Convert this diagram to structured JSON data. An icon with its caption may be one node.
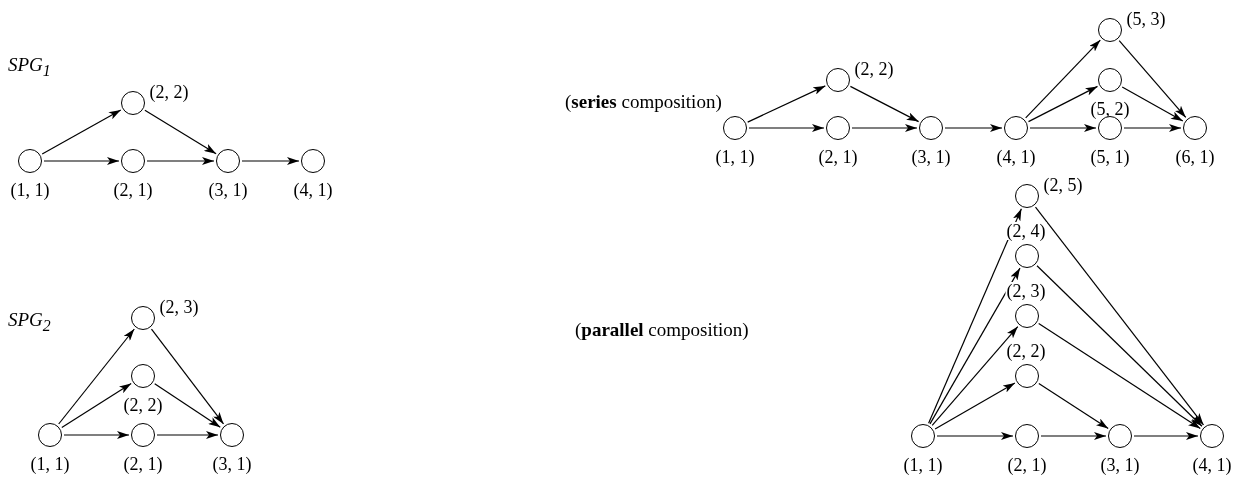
{
  "diagram": {
    "nodes": [
      {
        "text": [],
        "shape": "circle",
        "beside": [
          "(1, 1)"
        ]
      },
      {
        "text": [],
        "shape": "circle",
        "beside": [
          "(2, 2)"
        ]
      },
      {
        "text": [],
        "shape": "circle",
        "beside": [
          "(2, 1)"
        ]
      },
      {
        "text": [],
        "shape": "circle",
        "beside": [
          "(3, 1)"
        ]
      },
      {
        "text": [],
        "shape": "circle",
        "beside": [
          "(4, 1)"
        ]
      },
      {
        "text": [],
        "shape": "circle",
        "beside": [
          "(2, 3)"
        ]
      },
      {
        "text": [],
        "shape": "circle",
        "beside": [
          "(2, 2)"
        ]
      },
      {
        "text": [],
        "shape": "circle",
        "beside": [
          "(1, 1)"
        ]
      },
      {
        "text": [],
        "shape": "circle",
        "beside": [
          "(2, 1)"
        ]
      },
      {
        "text": [],
        "shape": "circle",
        "beside": [
          "(3, 1)"
        ]
      },
      {
        "text": [],
        "shape": "circle",
        "beside": [
          "(5, 3)"
        ]
      },
      {
        "text": [],
        "shape": "circle",
        "beside": [
          "(2, 2)"
        ]
      },
      {
        "text": [],
        "shape": "circle",
        "beside": [
          "(5, 2)"
        ]
      },
      {
        "text": [],
        "shape": "circle",
        "beside": [
          "(1, 1)"
        ]
      },
      {
        "text": [],
        "shape": "circle",
        "beside": [
          "(2, 1)"
        ]
      },
      {
        "text": [],
        "shape": "circle",
        "beside": [
          "(3, 1)"
        ]
      },
      {
        "text": [],
        "shape": "circle",
        "beside": [
          "(4, 1)"
        ]
      },
      {
        "text": [],
        "shape": "circle",
        "beside": [
          "(5, 1)"
        ]
      },
      {
        "text": [],
        "shape": "circle",
        "beside": [
          "(6, 1)"
        ]
      },
      {
        "text": [],
        "shape": "circle",
        "beside": [
          "(2, 5)"
        ]
      },
      {
        "text": [],
        "shape": "circle",
        "beside": [
          "(2, 4)"
        ]
      },
      {
        "text": [],
        "shape": "circle",
        "beside": [
          "(2, 3)"
        ]
      },
      {
        "text": [],
        "shape": "circle",
        "beside": [
          "(2, 2)"
        ]
      },
      {
        "text": [],
        "shape": "circle",
        "beside": [
          "(1, 1)"
        ]
      },
      {
        "text": [],
        "shape": "circle",
        "beside": [
          "(2, 1)"
        ]
      },
      {
        "text": [],
        "shape": "circle",
        "beside": [
          "(3, 1)"
        ]
      },
      {
        "text": [],
        "shape": "circle",
        "beside": [
          "(4, 1)"
        ]
      }
    ],
    "edges": [
      {
        "from": 0,
        "to": 1,
        "arrow": "to"
      },
      {
        "from": 0,
        "to": 2,
        "arrow": "to"
      },
      {
        "from": 1,
        "to": 3,
        "arrow": "to"
      },
      {
        "from": 2,
        "to": 3,
        "arrow": "to"
      },
      {
        "from": 3,
        "to": 4,
        "arrow": "to"
      },
      {
        "from": 7,
        "to": 5,
        "arrow": "to"
      },
      {
        "from": 7,
        "to": 6,
        "arrow": "to"
      },
      {
        "from": 7,
        "to": 8,
        "arrow": "to"
      },
      {
        "from": 5,
        "to": 9,
        "arrow": "to"
      },
      {
        "from": 6,
        "to": 9,
        "arrow": "to"
      },
      {
        "from": 8,
        "to": 9,
        "arrow": "to"
      },
      {
        "from": 13,
        "to": 11,
        "arrow": "to"
      },
      {
        "from": 13,
        "to": 14,
        "arrow": "to"
      },
      {
        "from": 11,
        "to": 15,
        "arrow": "to"
      },
      {
        "from": 14,
        "to": 15,
        "arrow": "to"
      },
      {
        "from": 15,
        "to": 16,
        "arrow": "to"
      },
      {
        "from": 16,
        "to": 10,
        "arrow": "to"
      },
      {
        "from": 16,
        "to": 12,
        "arrow": "to"
      },
      {
        "from": 16,
        "to": 17,
        "arrow": "to"
      },
      {
        "from": 10,
        "to": 18,
        "arrow": "to"
      },
      {
        "from": 12,
        "to": 18,
        "arrow": "to"
      },
      {
        "from": 17,
        "to": 18,
        "arrow": "to"
      },
      {
        "from": 23,
        "to": 19,
        "arrow": "to"
      },
      {
        "from": 23,
        "to": 20,
        "arrow": "to"
      },
      {
        "from": 23,
        "to": 21,
        "arrow": "to"
      },
      {
        "from": 23,
        "to": 22,
        "arrow": "to"
      },
      {
        "from": 23,
        "to": 24,
        "arrow": "to"
      },
      {
        "from": 19,
        "to": 26,
        "arrow": "to"
      },
      {
        "from": 20,
        "to": 26,
        "arrow": "to"
      },
      {
        "from": 21,
        "to": 26,
        "arrow": "to"
      },
      {
        "from": 22,
        "to": 25,
        "arrow": "to"
      },
      {
        "from": 24,
        "to": 25,
        "arrow": "to"
      },
      {
        "from": 25,
        "to": 26,
        "arrow": "to"
      }
    ],
    "labels": [
      "SPG$_{1}$",
      "(**series** composition)",
      "SPG$_{2}$",
      "(**parallel** composition)"
    ]
  }
}
